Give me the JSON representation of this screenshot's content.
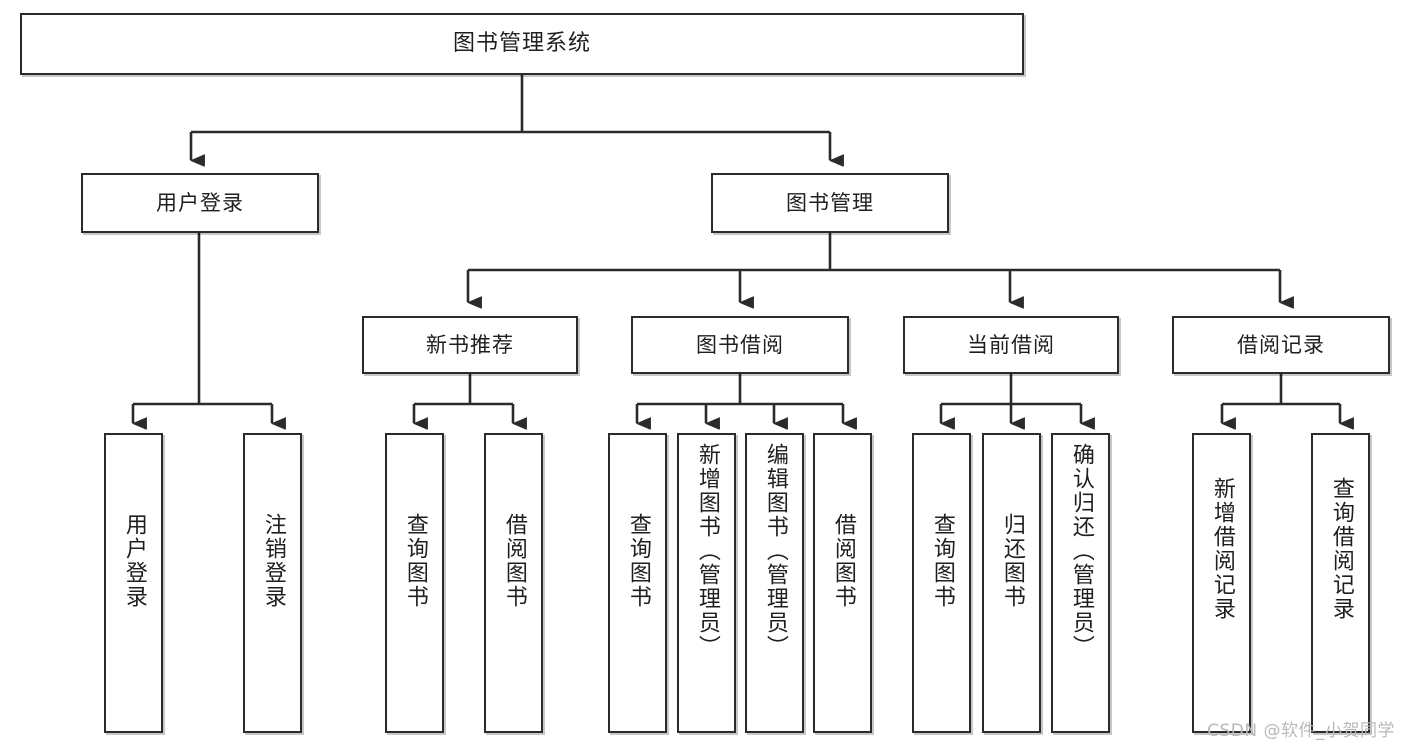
{
  "diagram": {
    "title": "图书管理系统",
    "type": "tree",
    "levels": 4,
    "root": {
      "id": "root",
      "label": "图书管理系统"
    },
    "level2": [
      {
        "id": "user-login",
        "label": "用户登录"
      },
      {
        "id": "book-manage",
        "label": "图书管理"
      }
    ],
    "level3": [
      {
        "id": "new-book-rec",
        "label": "新书推荐",
        "parent": "book-manage"
      },
      {
        "id": "book-borrow",
        "label": "图书借阅",
        "parent": "book-manage"
      },
      {
        "id": "current-borrow",
        "label": "当前借阅",
        "parent": "book-manage"
      },
      {
        "id": "borrow-record",
        "label": "借阅记录",
        "parent": "book-manage"
      }
    ],
    "leaves": [
      {
        "id": "leaf-user-login",
        "label": "用户登录",
        "parent": "user-login"
      },
      {
        "id": "leaf-logout",
        "label": "注销登录",
        "parent": "user-login"
      },
      {
        "id": "leaf-query-book-1",
        "label": "查询图书",
        "parent": "new-book-rec"
      },
      {
        "id": "leaf-borrow-book-1",
        "label": "借阅图书",
        "parent": "new-book-rec"
      },
      {
        "id": "leaf-query-book-2",
        "label": "查询图书",
        "parent": "book-borrow"
      },
      {
        "id": "leaf-add-book",
        "label": "新增图书（管理员）",
        "parent": "book-borrow"
      },
      {
        "id": "leaf-edit-book",
        "label": "编辑图书（管理员）",
        "parent": "book-borrow"
      },
      {
        "id": "leaf-borrow-book-2",
        "label": "借阅图书",
        "parent": "book-borrow"
      },
      {
        "id": "leaf-query-book-3",
        "label": "查询图书",
        "parent": "current-borrow"
      },
      {
        "id": "leaf-return-book",
        "label": "归还图书",
        "parent": "current-borrow"
      },
      {
        "id": "leaf-confirm-return",
        "label": "确认归还（管理员）",
        "parent": "current-borrow"
      },
      {
        "id": "leaf-add-record",
        "label": "新增借阅记录",
        "parent": "borrow-record"
      },
      {
        "id": "leaf-query-record",
        "label": "查询借阅记录",
        "parent": "borrow-record"
      }
    ]
  },
  "watermark": {
    "text": "CSDN @软件_小贺同学"
  },
  "colors": {
    "border": "#2b2b2b",
    "text": "#1f1f1f",
    "background": "#ffffff",
    "watermark": "#b9b9b9"
  }
}
